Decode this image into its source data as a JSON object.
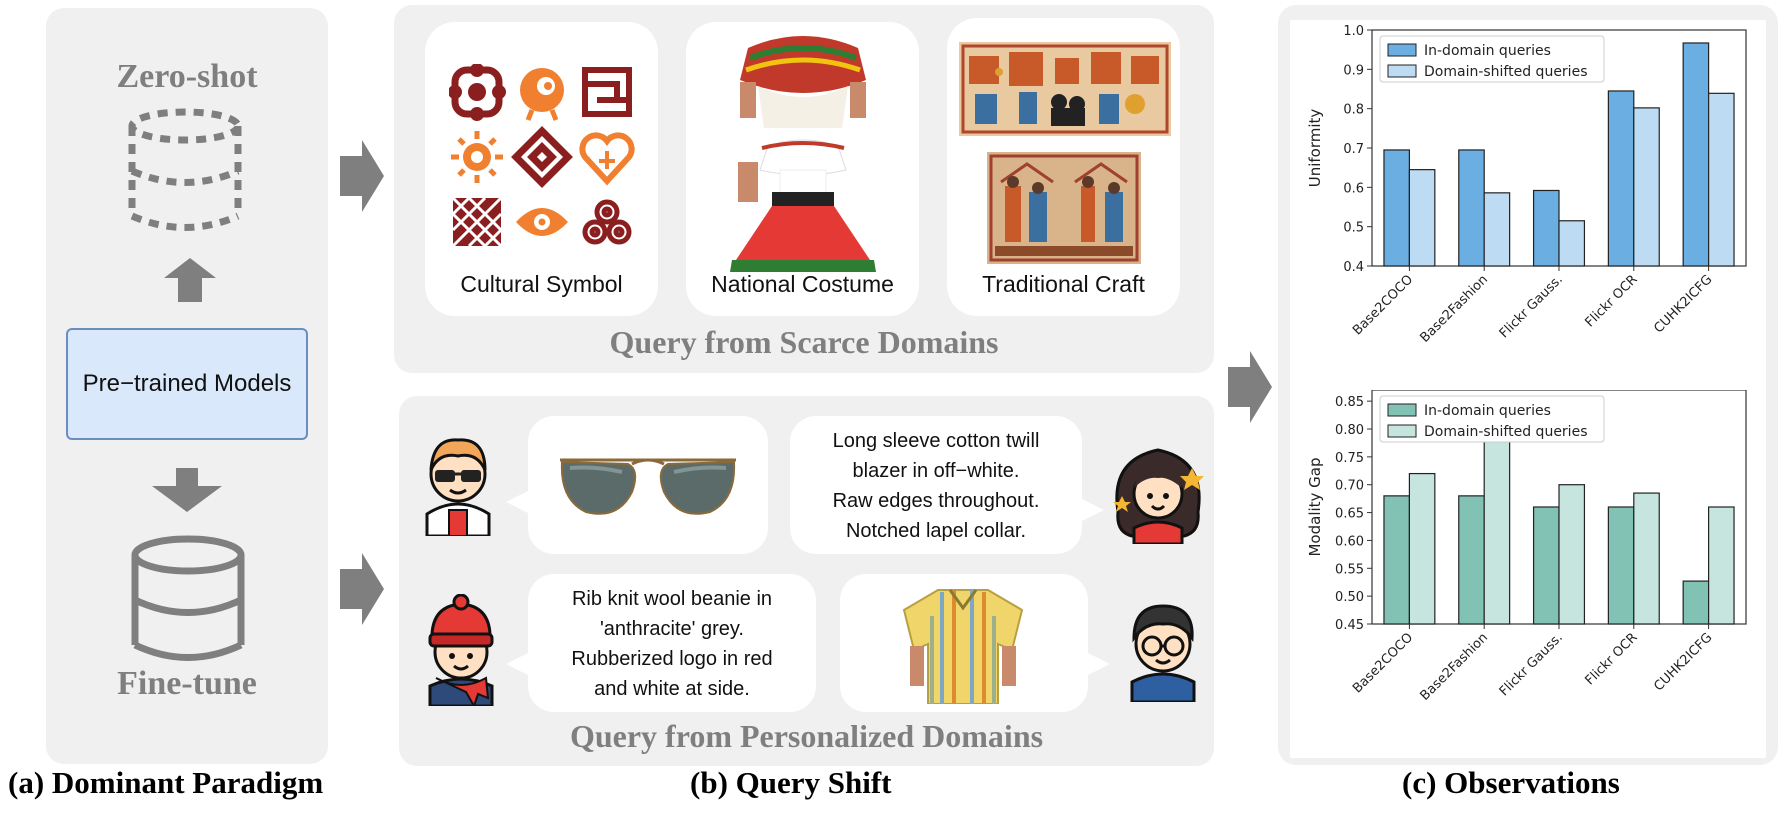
{
  "panel_a": {
    "zero_shot": "Zero-shot",
    "pretrained": "Pre−trained Models",
    "fine_tune": "Fine-tune",
    "caption": "(a)  Dominant Paradigm"
  },
  "panel_b": {
    "scarce_title": "Query from Scarce Domains",
    "personal_title": "Query from Personalized Domains",
    "cards": [
      "Cultural Symbol",
      "National Costume",
      "Traditional Craft"
    ],
    "bubble_text": [
      [
        "Long sleeve cotton twill",
        "blazer in off−white.",
        "Raw edges throughout.",
        "Notched lapel collar."
      ],
      [
        "Rib knit wool beanie in",
        "'anthracite' grey.",
        "Rubberized logo in red",
        "and white at side."
      ]
    ],
    "caption": "(b)  Query Shift"
  },
  "panel_c": {
    "caption": "(c)  Observations"
  },
  "colors": {
    "uniform_in": "#6aaee2",
    "uniform_shift": "#bddcf4",
    "gap_in": "#82c2b4",
    "gap_shift": "#c5e5de",
    "panel_bg": "#f0f0f0",
    "symbol_red": "#8b1f1f",
    "symbol_orange": "#f08030"
  },
  "icons": [
    "database-dashed-icon",
    "database-icon",
    "up-arrow-icon",
    "down-arrow-icon",
    "right-arrow-icon",
    "avatar-icon",
    "sunglasses-icon",
    "shirt-icon"
  ],
  "chart_data": [
    {
      "type": "bar",
      "categories": [
        "Base2COCO",
        "Base2Fashion",
        "Flickr Gauss.",
        "Flickr OCR",
        "CUHK2ICFG"
      ],
      "series": [
        {
          "name": "In-domain queries",
          "values": [
            0.695,
            0.695,
            0.592,
            0.845,
            0.967
          ]
        },
        {
          "name": "Domain-shifted queries",
          "values": [
            0.645,
            0.586,
            0.515,
            0.802,
            0.839
          ]
        }
      ],
      "ylabel": "Uniformity",
      "ylim": [
        0.4,
        1.0
      ],
      "yticks": [
        "0.4",
        "0.5",
        "0.6",
        "0.7",
        "0.8",
        "0.9",
        "1.0"
      ],
      "legend": "top-left",
      "grid": false
    },
    {
      "type": "bar",
      "categories": [
        "Base2COCO",
        "Base2Fashion",
        "Flickr Gauss.",
        "Flickr OCR",
        "CUHK2ICFG"
      ],
      "series": [
        {
          "name": "In-domain queries",
          "values": [
            0.68,
            0.68,
            0.66,
            0.66,
            0.527
          ]
        },
        {
          "name": "Domain-shifted queries",
          "values": [
            0.72,
            0.78,
            0.7,
            0.685,
            0.66
          ]
        }
      ],
      "ylabel": "Modality Gap",
      "ylim": [
        0.45,
        0.87
      ],
      "yticks": [
        "0.45",
        "0.50",
        "0.55",
        "0.60",
        "0.65",
        "0.70",
        "0.75",
        "0.80",
        "0.85"
      ],
      "legend": "top-left",
      "grid": false
    }
  ]
}
